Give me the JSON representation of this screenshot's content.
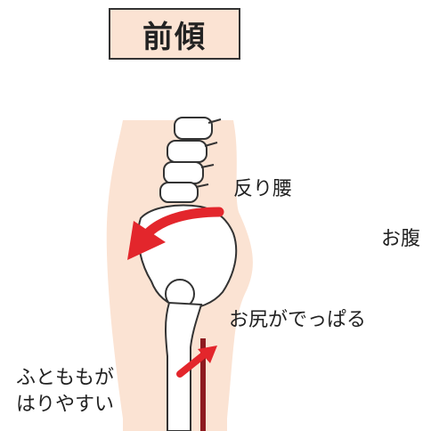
{
  "title": "前傾",
  "labels": {
    "sorigoshi": "反り腰",
    "onaka": "お腹",
    "oshiri": "お尻がでっぱる",
    "futomomo_line1": "ふとももが",
    "futomomo_line2": "はりやすい"
  },
  "colors": {
    "skin": "#fbe3d3",
    "bone_stroke": "#333333",
    "arrow_red": "#e3262c",
    "femur_stroke": "#8e1b20"
  }
}
